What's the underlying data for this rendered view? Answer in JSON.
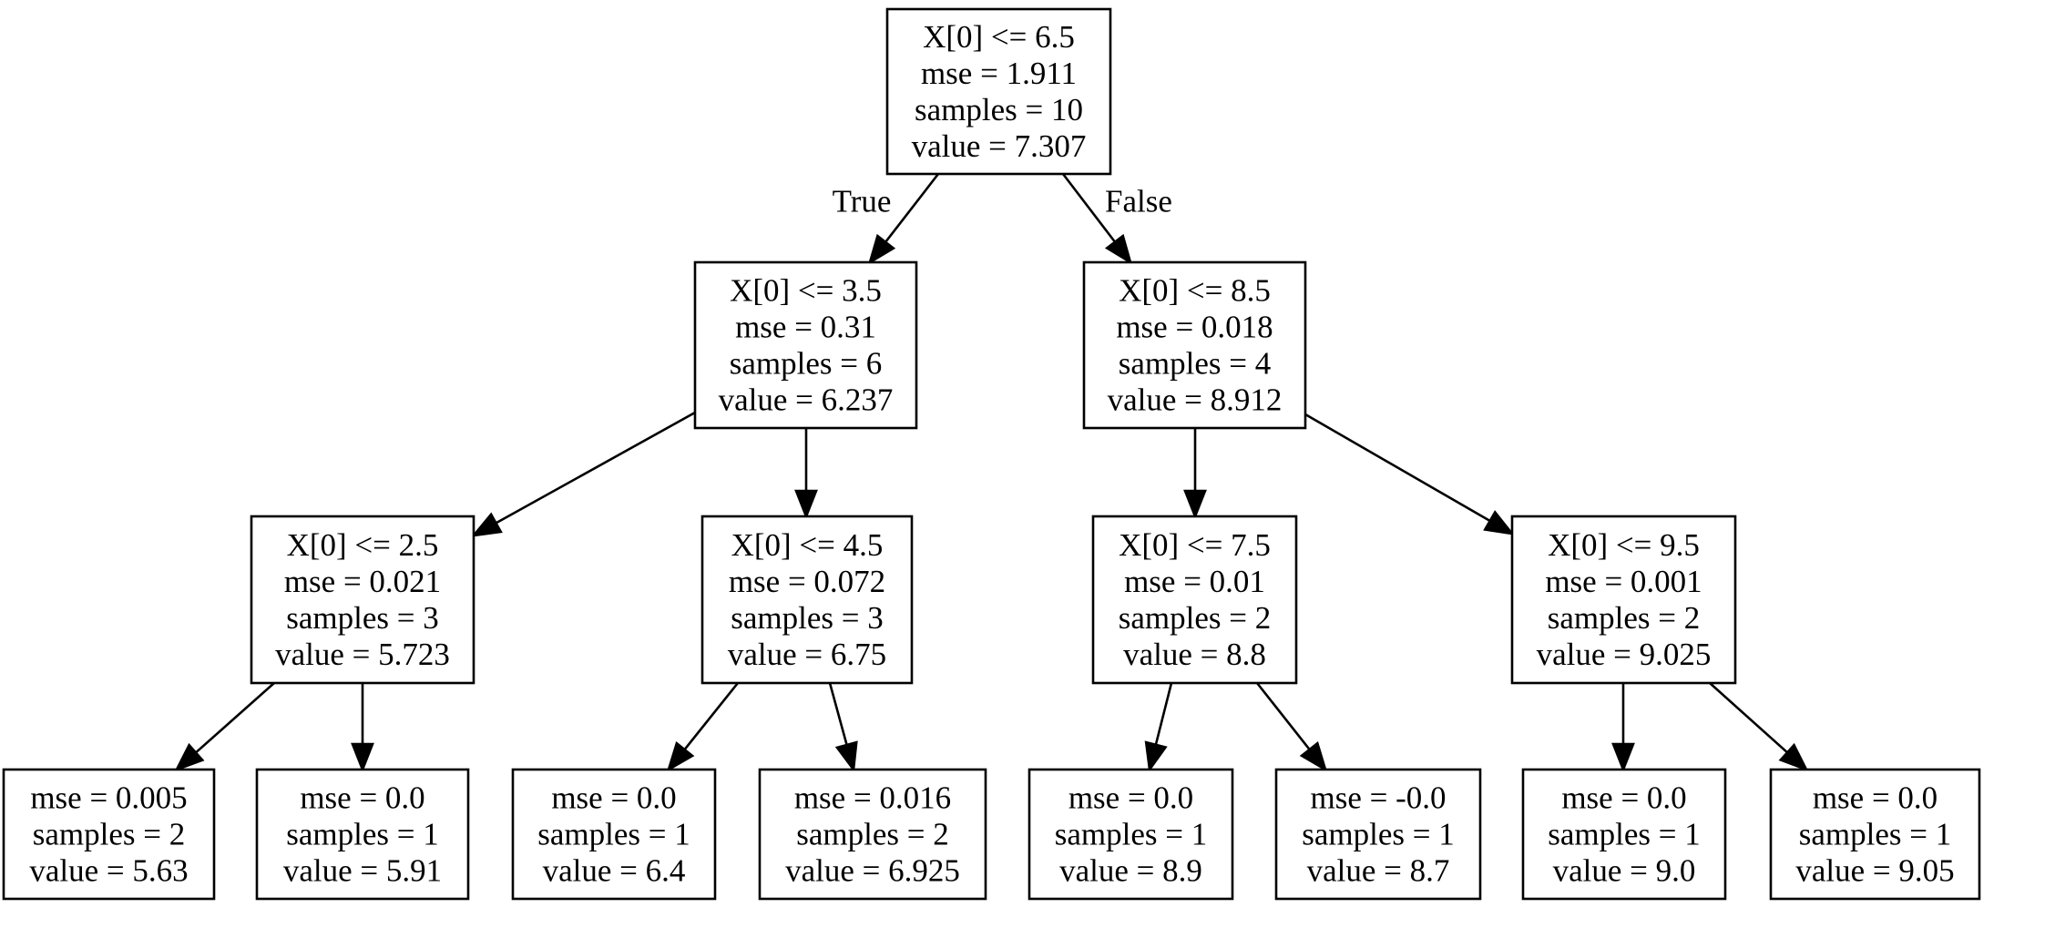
{
  "nodes": [
    {
      "id": "n0",
      "lines": [
        "X[0] <= 6.5",
        "mse = 1.911",
        "samples = 10",
        "value = 7.307"
      ]
    },
    {
      "id": "n1",
      "lines": [
        "X[0] <= 3.5",
        "mse = 0.31",
        "samples = 6",
        "value = 6.237"
      ]
    },
    {
      "id": "n2",
      "lines": [
        "X[0] <= 8.5",
        "mse = 0.018",
        "samples = 4",
        "value = 8.912"
      ]
    },
    {
      "id": "n3",
      "lines": [
        "X[0] <= 2.5",
        "mse = 0.021",
        "samples = 3",
        "value = 5.723"
      ]
    },
    {
      "id": "n4",
      "lines": [
        "X[0] <= 4.5",
        "mse = 0.072",
        "samples = 3",
        "value = 6.75"
      ]
    },
    {
      "id": "n5",
      "lines": [
        "X[0] <= 7.5",
        "mse = 0.01",
        "samples = 2",
        "value = 8.8"
      ]
    },
    {
      "id": "n6",
      "lines": [
        "X[0] <= 9.5",
        "mse = 0.001",
        "samples = 2",
        "value = 9.025"
      ]
    },
    {
      "id": "n7",
      "lines": [
        "mse = 0.005",
        "samples = 2",
        "value = 5.63"
      ]
    },
    {
      "id": "n8",
      "lines": [
        "mse = 0.0",
        "samples = 1",
        "value = 5.91"
      ]
    },
    {
      "id": "n9",
      "lines": [
        "mse = 0.0",
        "samples = 1",
        "value = 6.4"
      ]
    },
    {
      "id": "n10",
      "lines": [
        "mse = 0.016",
        "samples = 2",
        "value = 6.925"
      ]
    },
    {
      "id": "n11",
      "lines": [
        "mse = 0.0",
        "samples = 1",
        "value = 8.9"
      ]
    },
    {
      "id": "n12",
      "lines": [
        "mse = -0.0",
        "samples = 1",
        "value = 8.7"
      ]
    },
    {
      "id": "n13",
      "lines": [
        "mse = 0.0",
        "samples = 1",
        "value = 9.0"
      ]
    },
    {
      "id": "n14",
      "lines": [
        "mse = 0.0",
        "samples = 1",
        "value = 9.05"
      ]
    }
  ],
  "edges": [
    {
      "from": "n0",
      "to": "n1",
      "label": "True"
    },
    {
      "from": "n0",
      "to": "n2",
      "label": "False"
    },
    {
      "from": "n1",
      "to": "n3",
      "label": ""
    },
    {
      "from": "n1",
      "to": "n4",
      "label": ""
    },
    {
      "from": "n2",
      "to": "n5",
      "label": ""
    },
    {
      "from": "n2",
      "to": "n6",
      "label": ""
    },
    {
      "from": "n3",
      "to": "n7",
      "label": ""
    },
    {
      "from": "n3",
      "to": "n8",
      "label": ""
    },
    {
      "from": "n4",
      "to": "n9",
      "label": ""
    },
    {
      "from": "n4",
      "to": "n10",
      "label": ""
    },
    {
      "from": "n5",
      "to": "n11",
      "label": ""
    },
    {
      "from": "n5",
      "to": "n12",
      "label": ""
    },
    {
      "from": "n6",
      "to": "n13",
      "label": ""
    },
    {
      "from": "n6",
      "to": "n14",
      "label": ""
    }
  ]
}
